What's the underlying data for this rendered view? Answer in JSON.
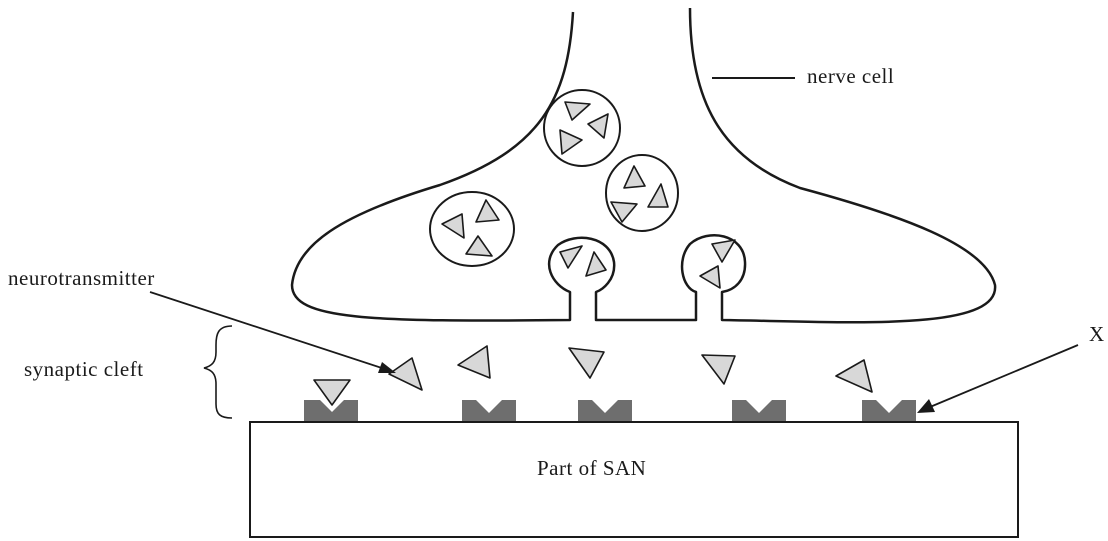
{
  "labels": {
    "nerve_cell": "nerve cell",
    "neurotransmitter": "neurotransmitter",
    "synaptic_cleft": "synaptic cleft",
    "x": "X",
    "san": "Part of SAN"
  },
  "colors": {
    "outline": "#1a1a1a",
    "neurotransmitter_fill": "#d8d8d8",
    "receptor_fill": "#6e6e6e",
    "background": "#ffffff"
  }
}
